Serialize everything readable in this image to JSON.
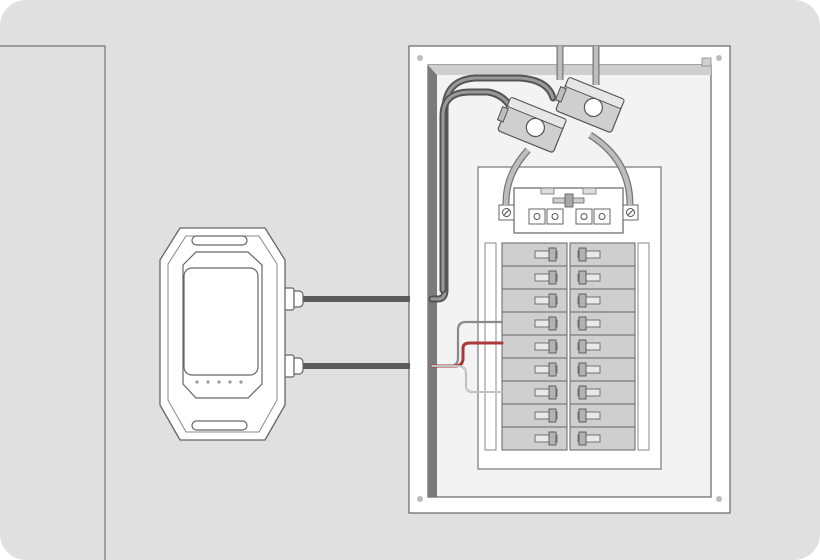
{
  "diagram": {
    "description_visible_text": "",
    "colors": {
      "background": "#e0e0e0",
      "outline": "#777777",
      "panel_fill": "#ffffff",
      "panel_inner": "#f3f3f3",
      "bus_fill": "#cfcfcf",
      "cable_dark": "#555555",
      "cable_grey": "#9a9a9a",
      "wire_red": "#a83a3a",
      "device_fill": "#ffffff",
      "led": "#9a9a9a"
    },
    "icons": [
      "energy-monitor-hub-icon",
      "electrical-panel-icon",
      "current-transformer-clamp-icon",
      "circuit-breaker-icon"
    ],
    "breaker_rows": 9,
    "breaker_columns": 2,
    "ct_clamps": 2,
    "hub_indicator_leds": 5
  }
}
